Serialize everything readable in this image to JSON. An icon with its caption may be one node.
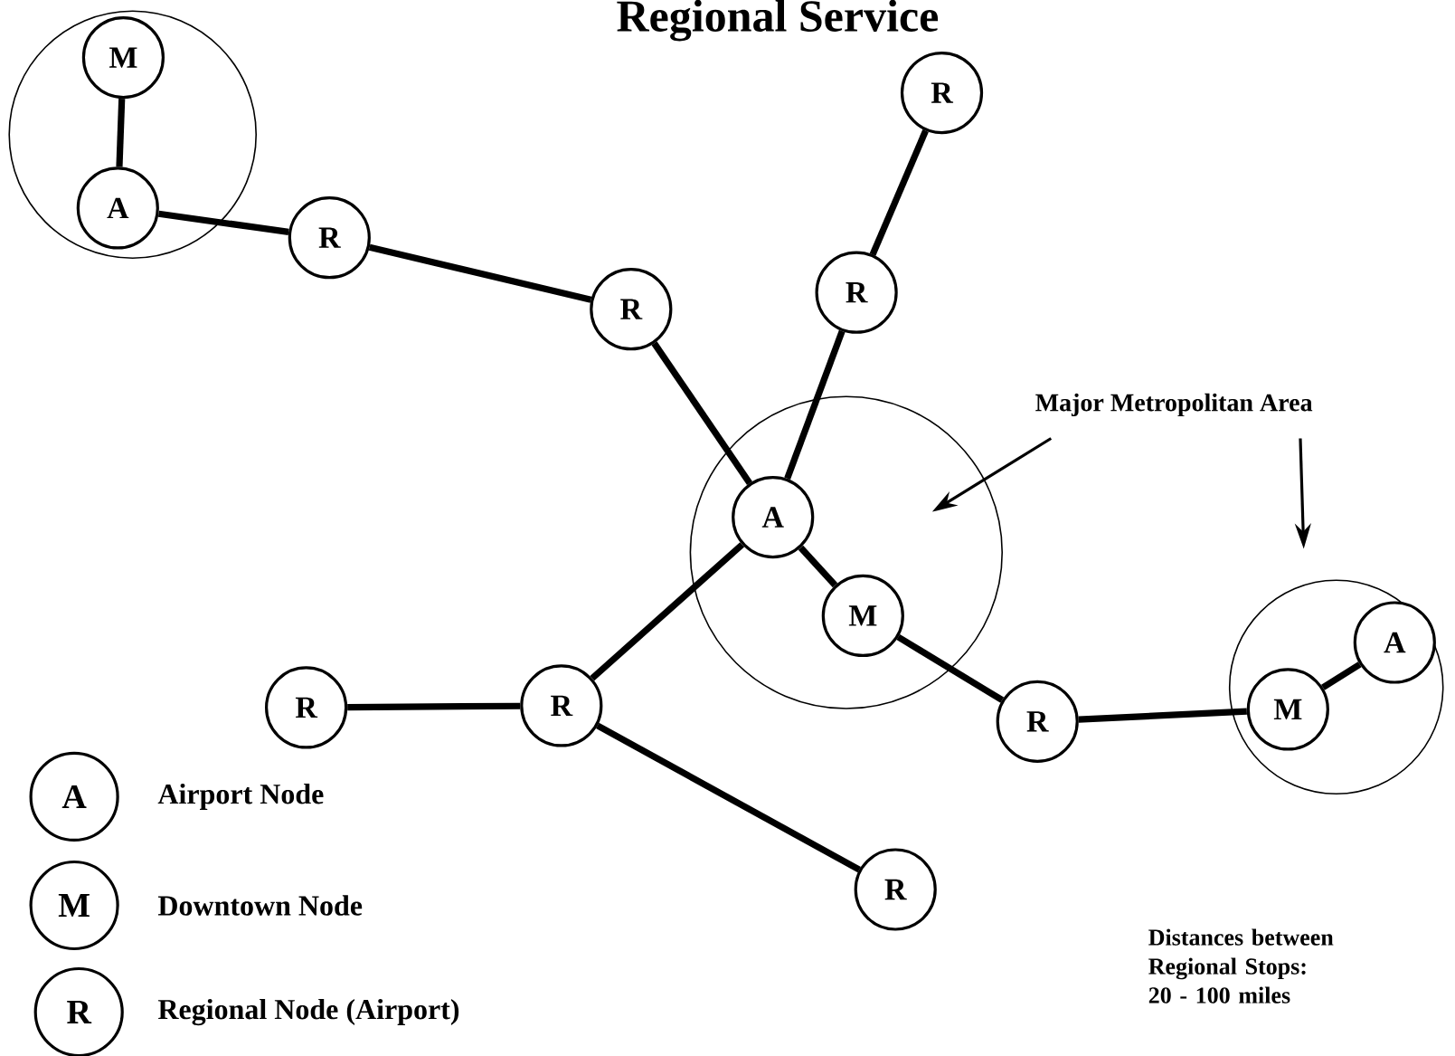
{
  "diagram": {
    "title": "Regional Service",
    "nodes": [
      {
        "text": [],
        "shape": "circle"
      },
      {
        "text": [
          "M"
        ],
        "in": 0
      },
      {
        "text": [
          "A"
        ],
        "in": 0
      },
      {
        "text": [
          "R"
        ]
      },
      {
        "text": [
          "R"
        ]
      },
      {
        "text": [
          "R"
        ]
      },
      {
        "text": [
          "R"
        ]
      },
      {
        "text": [],
        "shape": "circle"
      },
      {
        "text": [
          "A"
        ],
        "in": 7
      },
      {
        "text": [
          "M"
        ],
        "in": 7
      },
      {
        "text": [
          "R"
        ]
      },
      {
        "text": [
          "R"
        ]
      },
      {
        "text": [
          "R"
        ]
      },
      {
        "text": [],
        "shape": "circle"
      },
      {
        "text": [
          "A"
        ],
        "in": 13
      },
      {
        "text": [
          "M"
        ],
        "in": 13
      },
      {
        "text": [
          "R"
        ]
      },
      {
        "text": [
          "Major Metropolitan Area"
        ]
      }
    ],
    "edges": [
      {
        "from": 1,
        "to": 2,
        "arrow": "none"
      },
      {
        "from": 2,
        "to": 3,
        "arrow": "none"
      },
      {
        "from": 3,
        "to": 4,
        "arrow": "none"
      },
      {
        "from": 4,
        "to": 8,
        "arrow": "none"
      },
      {
        "from": 5,
        "to": 6,
        "arrow": "none"
      },
      {
        "from": 6,
        "to": 8,
        "arrow": "none"
      },
      {
        "from": 8,
        "to": 9,
        "arrow": "none"
      },
      {
        "from": 8,
        "to": 11,
        "arrow": "none"
      },
      {
        "from": 10,
        "to": 11,
        "arrow": "none"
      },
      {
        "from": 11,
        "to": 16,
        "arrow": "none"
      },
      {
        "from": 9,
        "to": 12,
        "arrow": "none"
      },
      {
        "from": 12,
        "to": 15,
        "arrow": "none"
      },
      {
        "from": 15,
        "to": 14,
        "arrow": "none"
      },
      {
        "from": 17,
        "to": 7,
        "arrow": "to"
      },
      {
        "from": 17,
        "to": 13,
        "arrow": "to"
      }
    ],
    "labels": [
      "A",
      "M",
      "R",
      "Distances between Regional Stops: 20 - 100 miles"
    ],
    "legend": [
      {
        "text": "Airport Node"
      },
      {
        "text": "Downtown Node"
      },
      {
        "text": "Regional Node (Airport)"
      }
    ]
  }
}
